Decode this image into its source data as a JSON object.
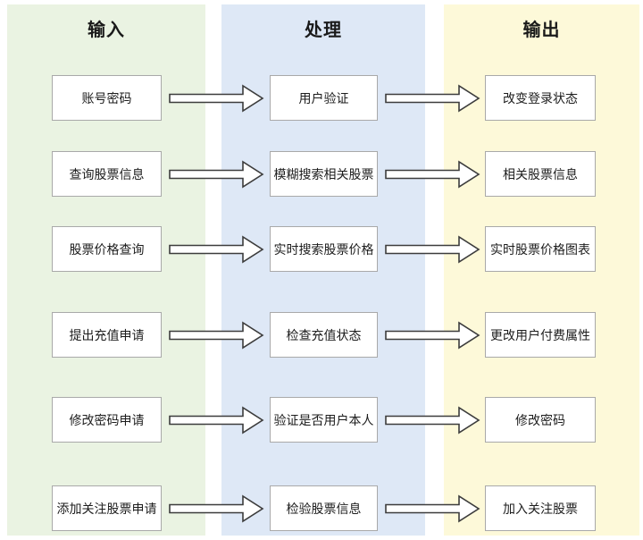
{
  "diagram": {
    "columns": [
      {
        "id": "input",
        "header": "输入",
        "color": "#eaf3e2"
      },
      {
        "id": "process",
        "header": "处理",
        "color": "#dee8f6"
      },
      {
        "id": "output",
        "header": "输出",
        "color": "#fdf9d9"
      }
    ],
    "rows": [
      {
        "input": "账号密码",
        "process": "用户验证",
        "output": "改变登录状态"
      },
      {
        "input": "查询股票信息",
        "process": "模糊搜索相关股票",
        "output": "相关股票信息"
      },
      {
        "input": "股票价格查询",
        "process": "实时搜索股票价格",
        "output": "实时股票价格图表"
      },
      {
        "input": "提出充值申请",
        "process": "检查充值状态",
        "output": "更改用户付费属性"
      },
      {
        "input": "修改密码申请",
        "process": "验证是否用户本人",
        "output": "修改密码"
      },
      {
        "input": "添加关注股票申请",
        "process": "检验股票信息",
        "output": "加入关注股票"
      }
    ],
    "styles": {
      "box_border": "#a9a9a9",
      "arrow_stroke": "#3c3c3c",
      "text": "#1d1d1d"
    }
  }
}
